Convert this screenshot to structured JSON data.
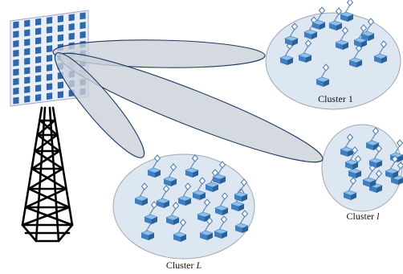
{
  "clusters": [
    {
      "id": "cluster-1",
      "label": "Cluster 1",
      "device_count": 13
    },
    {
      "id": "cluster-l",
      "label": "Cluster l",
      "device_count": 11
    },
    {
      "id": "cluster-L",
      "label": "Cluster L",
      "device_count": 20
    }
  ],
  "antenna_array": {
    "rows": 9,
    "cols": 7
  },
  "colors": {
    "panel": "#e9eef7",
    "panel_border": "#9aa9c8",
    "element": "#2f67a8",
    "cluster_fill": "#dde7f1",
    "cluster_stroke": "#9fa7b2",
    "beam_fill": "#c9cfd8",
    "beam_stroke": "#1f3a66",
    "tower": "#000000",
    "device_top": "#8fc0ea",
    "device_side": "#3f7fc0",
    "antenna": "#4a7ab0"
  }
}
